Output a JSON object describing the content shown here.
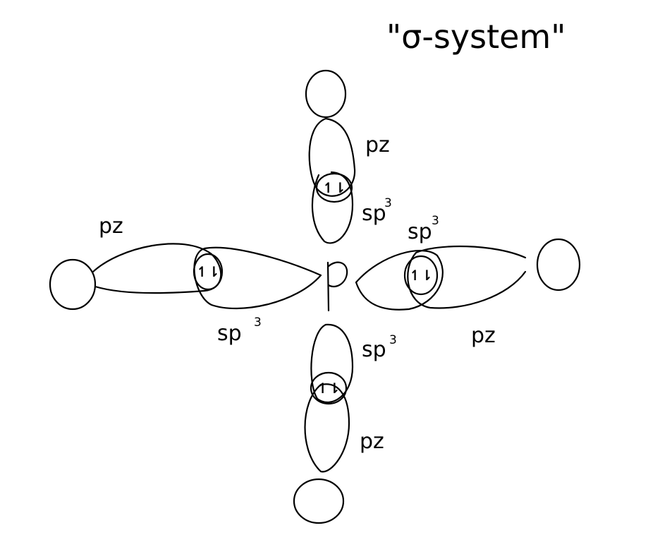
{
  "title": "\"σ-system\"",
  "center_atom": "P",
  "electron_pair": "↿⇂",
  "orbitals": {
    "top": {
      "outer": "pz",
      "outer_sub": "",
      "inner": "sp",
      "inner_sup": "3"
    },
    "left": {
      "outer": "pz",
      "inner": "sp",
      "inner_sup": "3"
    },
    "right": {
      "outer": "pz",
      "inner": "sp",
      "inner_sup": "3"
    },
    "bottom": {
      "outer": "pz",
      "inner": "sp",
      "inner_sup": "3"
    }
  }
}
